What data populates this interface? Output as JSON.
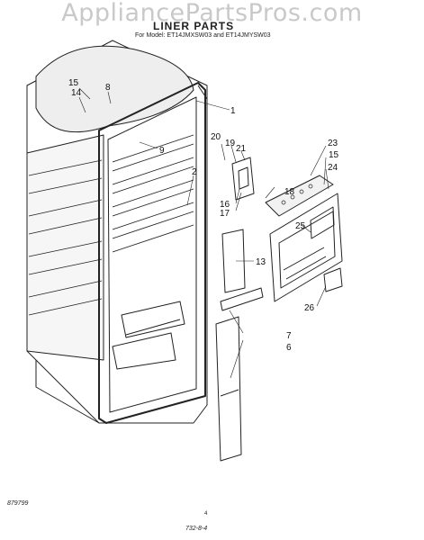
{
  "watermark": "AppliancePartsPros.com",
  "title": "LINER PARTS",
  "subtitle": "For Model: ET14JMXSW03 and ET14JMYSW03",
  "callouts": {
    "c1": "1",
    "c2": "2",
    "c6": "6",
    "c7": "7",
    "c8": "8",
    "c9": "9",
    "c13": "13",
    "c14": "14",
    "c15a": "15",
    "c15b": "15",
    "c16": "16",
    "c17": "17",
    "c18": "18",
    "c19": "19",
    "c20": "20",
    "c21": "21",
    "c23": "23",
    "c24": "24",
    "c25": "25",
    "c26": "26"
  },
  "footer": {
    "left": "879799",
    "center": "4",
    "code": "732-8-4"
  }
}
